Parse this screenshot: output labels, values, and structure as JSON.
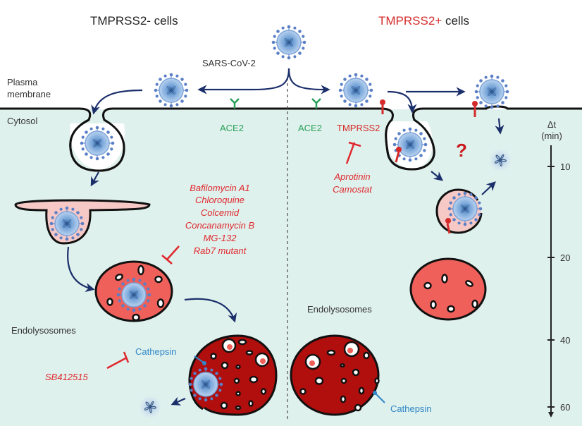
{
  "panels": {
    "left_title": "TMPRSS2- cells",
    "right_title_highlight": "TMPRSS2+",
    "right_title_rest": " cells"
  },
  "labels": {
    "virus": "SARS-CoV-2",
    "plasma_membrane_line1": "Plasma",
    "plasma_membrane_line2": "membrane",
    "cytosol": "Cytosol",
    "ace2_left": "ACE2",
    "ace2_right": "ACE2",
    "tmprss2": "TMPRSS2",
    "endolysosomes_left": "Endolysosomes",
    "endolysosomes_right": "Endolysosomes",
    "cathepsin_left": "Cathepsin",
    "cathepsin_right": "Cathepsin",
    "question": "?"
  },
  "inhibitors": {
    "endosomal": [
      "Bafilomycin A1",
      "Chloroquine",
      "Colcemid",
      "Concanamycin B",
      "MG-132",
      "Rab7 mutant"
    ],
    "tmprss2": [
      "Aprotinin",
      "Camostat"
    ],
    "cathepsin": [
      "SB412515"
    ]
  },
  "time_axis": {
    "label_symbol": "Δt",
    "label_unit": "(min)",
    "ticks": [
      "10",
      "20",
      "40",
      "60"
    ]
  },
  "colors": {
    "cytosol": "#dff1ec",
    "membrane": "#111111",
    "arrow": "#1b2f6b",
    "ace2": "#2aa05a",
    "tmprss2": "#d42a2a",
    "inhibitor": "#e0282e",
    "cathepsin": "#2f86c8",
    "early_endosome": "#f6c9c6",
    "late_endosome": "#f0605a",
    "lysosome": "#b10e0e",
    "virus_fill": "#8fb8e6",
    "virus_spike": "#5b7fc6"
  }
}
